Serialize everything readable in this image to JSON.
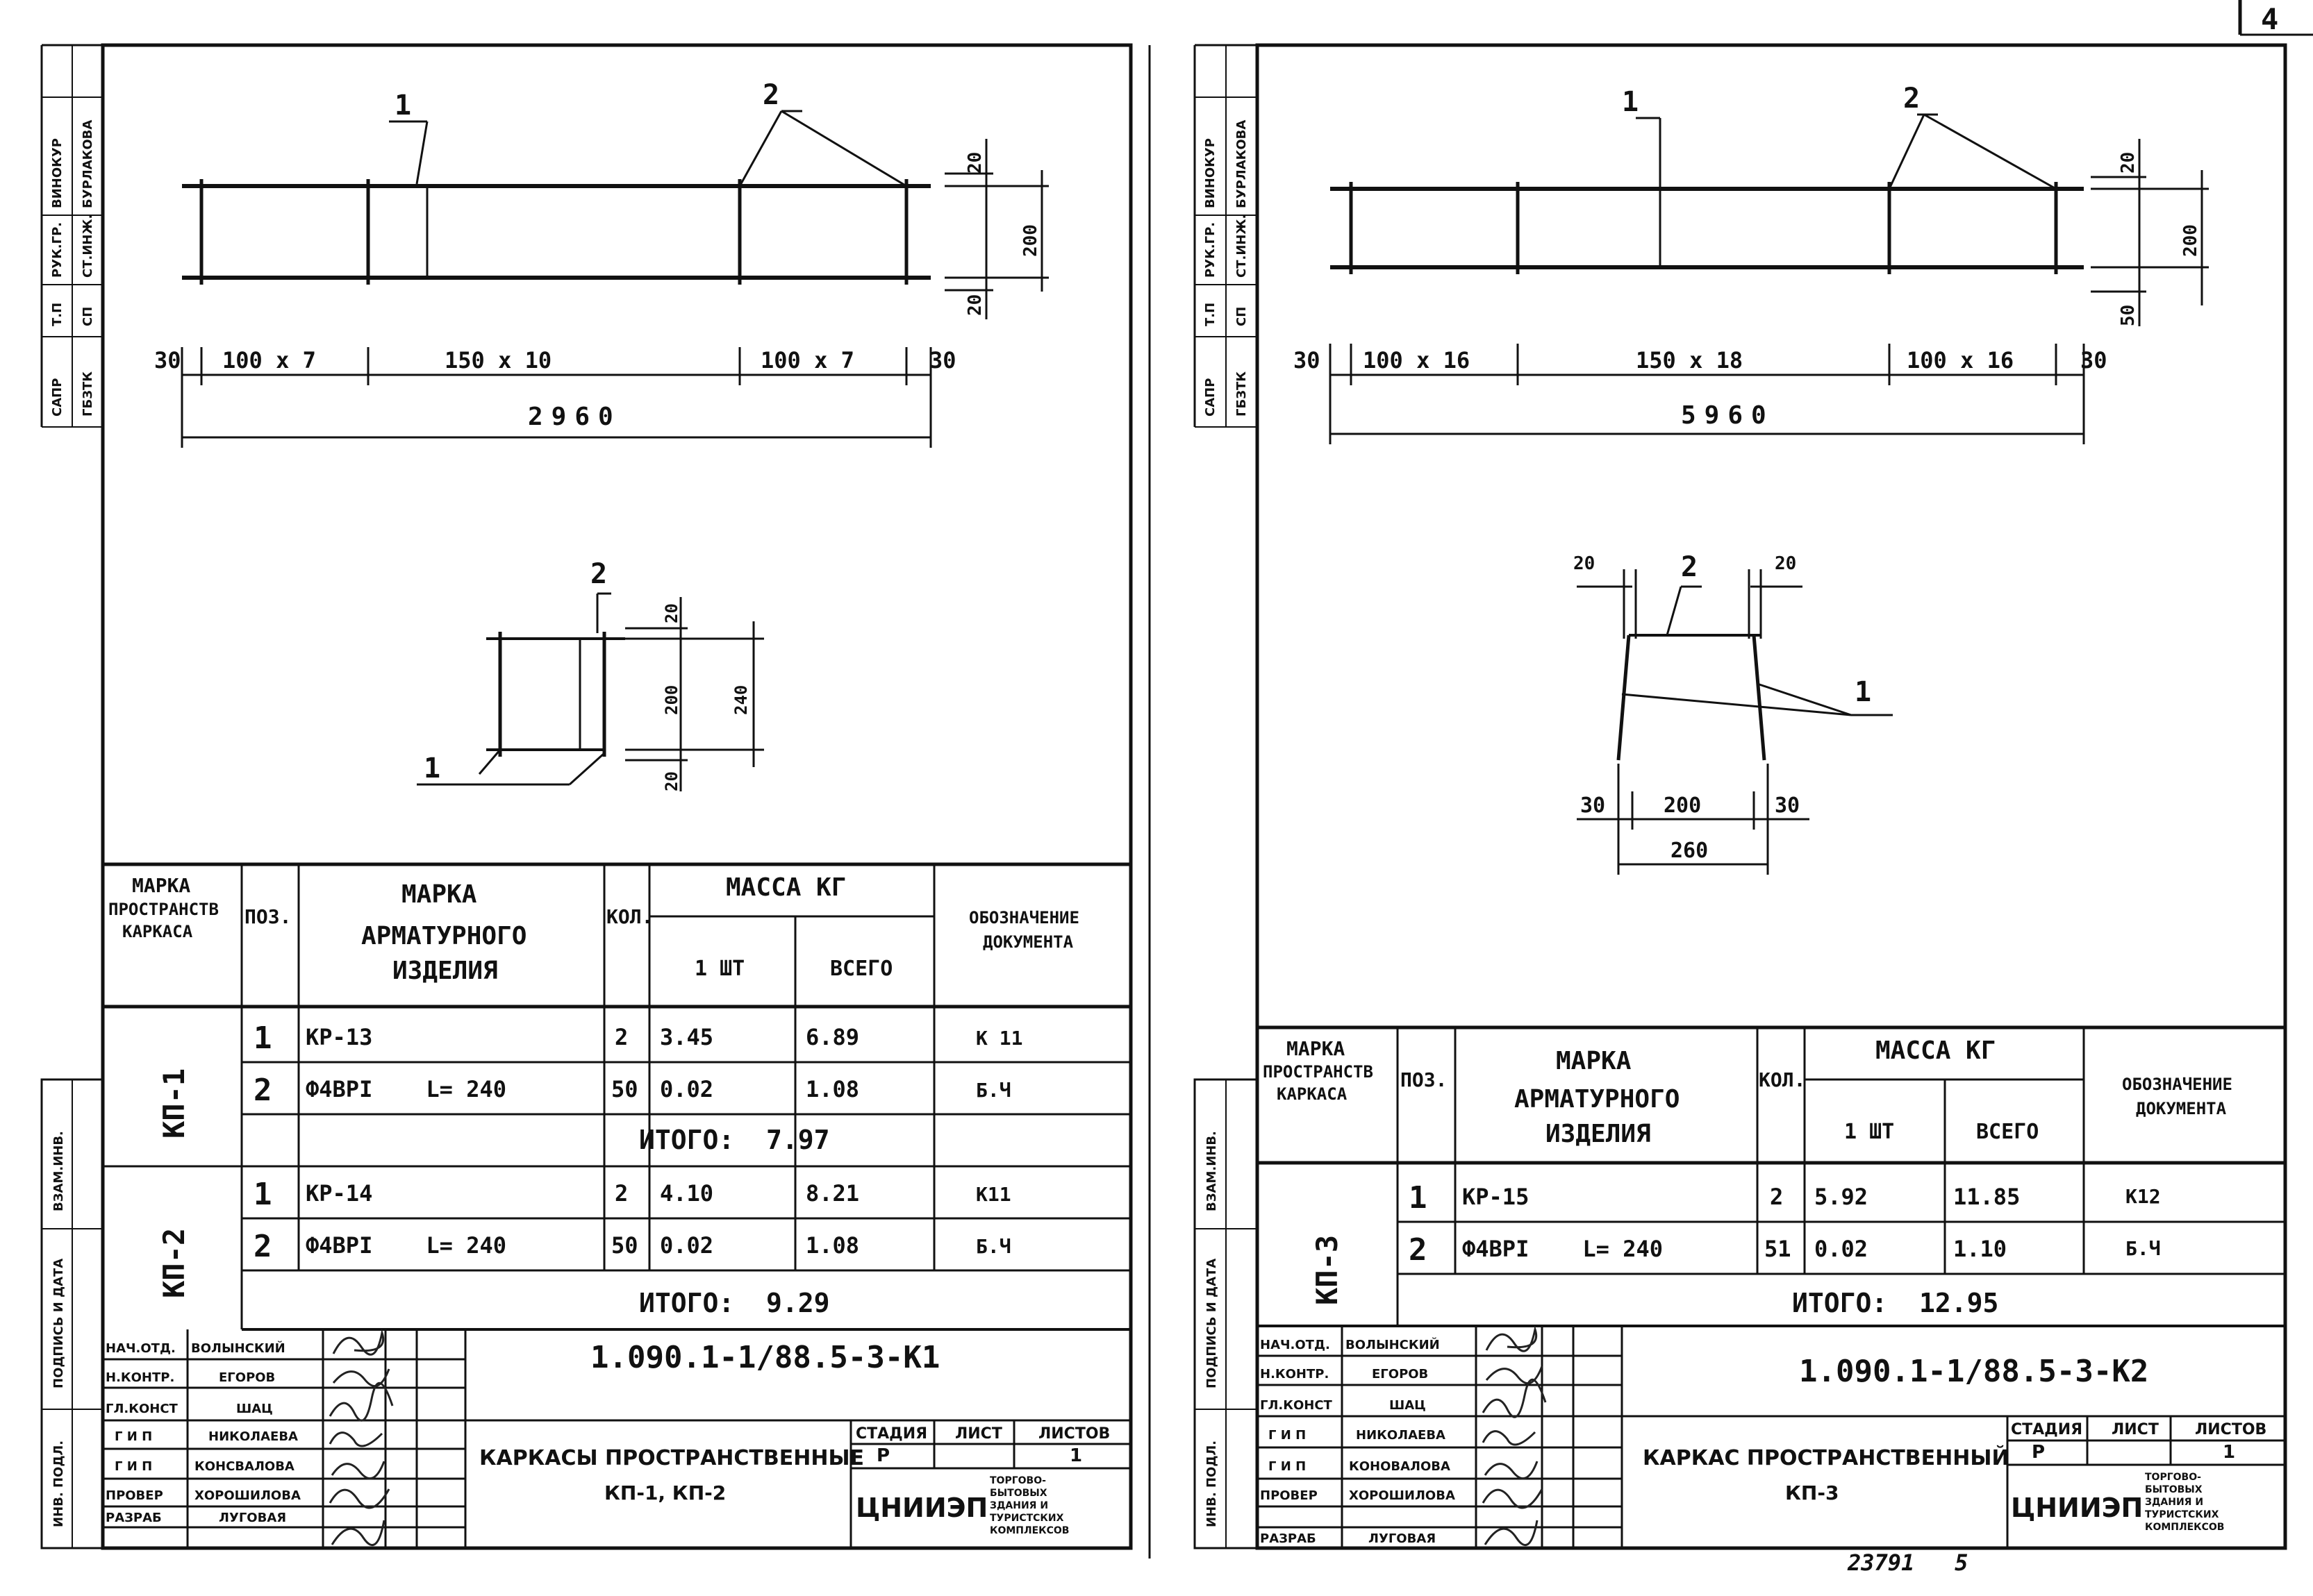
{
  "page_number": "4",
  "archive_number": "23791   5",
  "left_sheet": {
    "drawing": {
      "leaders": [
        "1",
        "2"
      ],
      "dims_top": [
        "30",
        "100 x 7",
        "150  x  10",
        "100 x 7",
        "30"
      ],
      "total": "2960",
      "vertical_dims": [
        "20",
        "200",
        "20"
      ],
      "section": {
        "leaders": [
          "2",
          "1"
        ],
        "dims": [
          "20",
          "200",
          "20",
          "240"
        ]
      }
    },
    "spec": {
      "headers": {
        "frame": [
          "МАРКА",
          "ПРОСТРАНСТВ",
          "КАРКАСА"
        ],
        "pos": "ПОЗ.",
        "item": [
          "МАРКА",
          "АРМАТУРНОГО",
          "ИЗДЕЛИЯ"
        ],
        "qty": "КОЛ.",
        "mass": "МАССА КГ",
        "mass_one": "1 ШТ",
        "mass_total": "ВСЕГО",
        "doc": [
          "ОБОЗНАЧЕНИЕ",
          "ДОКУМЕНТА"
        ]
      },
      "groups": [
        {
          "frame": "КП-1",
          "rows": [
            {
              "pos": "1",
              "item": "КР-13",
              "qty": "2",
              "one": "3.45",
              "total": "6.89",
              "doc": "К 11"
            },
            {
              "pos": "2",
              "item": "Ф4ВРI    L= 240",
              "qty": "50",
              "one": "0.02",
              "total": "1.08",
              "doc": "Б.Ч"
            }
          ],
          "subtotal": "ИТОГО:  7.97"
        },
        {
          "frame": "КП-2",
          "rows": [
            {
              "pos": "1",
              "item": "КР-14",
              "qty": "2",
              "one": "4.10",
              "total": "8.21",
              "doc": "К11"
            },
            {
              "pos": "2",
              "item": "Ф4ВРI    L= 240",
              "qty": "50",
              "one": "0.02",
              "total": "1.08",
              "doc": "Б.Ч"
            }
          ],
          "subtotal": "ИТОГО:  9.29"
        }
      ]
    },
    "title_block": {
      "code": "1.090.1-1/88.5-3-K1",
      "name": "КАРКАСЫ ПРОСТРАНСТВЕННЫЕ",
      "sub": "КП-1, КП-2",
      "stage_label": "СТАДИЯ",
      "sheet_label": "ЛИСТ",
      "sheets_label": "ЛИСТОВ",
      "stage": "Р",
      "sheet": "",
      "sheets": "1",
      "org": "ЦНИИЭП",
      "org_note": [
        "ТОРГОВО-",
        "БЫТОВЫХ",
        "ЗДАНИЯ И",
        "ТУРИСТСКИХ",
        "КОМПЛЕКСОВ"
      ],
      "roles": [
        {
          "role": "НАЧ.ОТД.",
          "name": "ВОЛЫНСКИЙ"
        },
        {
          "role": "Н.КОНТР.",
          "name": "ЕГОРОВ"
        },
        {
          "role": "ГЛ.КОНСТ",
          "name": "ШАЦ"
        },
        {
          "role": "Г И П",
          "name": "НИКОЛАЕВА"
        },
        {
          "role": "Г И П",
          "name": "КОНСВАЛОВА"
        },
        {
          "role": "ПРОВЕР",
          "name": "ХОРОШИЛОВА"
        },
        {
          "role": "РАЗРАБ",
          "name": "ЛУГОВАЯ"
        }
      ]
    },
    "side_stamp": {
      "col1": [
        "ВИНОКУР",
        "РУК.ГР.",
        "Т.П",
        "САПР"
      ],
      "col2": [
        "БУРЛАКОВА",
        "СТ.ИНЖ.",
        "СП",
        "ГБЗТК"
      ]
    },
    "margin_labels": [
      "ВЗАМ.ИНВ.",
      "ПОДПИСЬ И ДАТА",
      "ИНВ. ПОДЛ."
    ]
  },
  "right_sheet": {
    "drawing": {
      "leaders": [
        "1",
        "2"
      ],
      "dims_top": [
        "30",
        "100 x 16",
        "150  x  18",
        "100 x 16",
        "30"
      ],
      "total": "5960",
      "vertical_dims": [
        "20",
        "200",
        "50"
      ],
      "section": {
        "leaders": [
          "2",
          "1"
        ],
        "dims_top": [
          "20",
          "20"
        ],
        "dims_bottom": [
          "30",
          "200",
          "30"
        ],
        "total": "260"
      }
    },
    "spec": {
      "headers": {
        "frame": [
          "МАРКА",
          "ПРОСТРАНСТВ",
          "КАРКАСА"
        ],
        "pos": "ПОЗ.",
        "item": [
          "МАРКА",
          "АРМАТУРНОГО",
          "ИЗДЕЛИЯ"
        ],
        "qty": "КОЛ.",
        "mass": "МАССА КГ",
        "mass_one": "1 ШТ",
        "mass_total": "ВСЕГО",
        "doc": [
          "ОБОЗНАЧЕНИЕ",
          "ДОКУМЕНТА"
        ]
      },
      "groups": [
        {
          "frame": "КП-3",
          "rows": [
            {
              "pos": "1",
              "item": "КР-15",
              "qty": "2",
              "one": "5.92",
              "total": "11.85",
              "doc": "К12"
            },
            {
              "pos": "2",
              "item": "Ф4ВРI    L= 240",
              "qty": "51",
              "one": "0.02",
              "total": "1.10",
              "doc": "Б.Ч"
            }
          ],
          "subtotal": "ИТОГО:  12.95"
        }
      ]
    },
    "title_block": {
      "code": "1.090.1-1/88.5-3-K2",
      "name": "КАРКАС ПРОСТРАНСТВЕННЫЙ",
      "sub": "КП-3",
      "stage_label": "СТАДИЯ",
      "sheet_label": "ЛИСТ",
      "sheets_label": "ЛИСТОВ",
      "stage": "Р",
      "sheet": "",
      "sheets": "1",
      "org": "ЦНИИЭП",
      "org_note": [
        "ТОРГОВО-",
        "БЫТОВЫХ",
        "ЗДАНИЯ И",
        "ТУРИСТСКИХ",
        "КОМПЛЕКСОВ"
      ],
      "roles": [
        {
          "role": "НАЧ.ОТД.",
          "name": "ВОЛЫНСКИЙ"
        },
        {
          "role": "Н.КОНТР.",
          "name": "ЕГОРОВ"
        },
        {
          "role": "ГЛ.КОНСТ",
          "name": "ШАЦ"
        },
        {
          "role": "Г И П",
          "name": "НИКОЛАЕВА"
        },
        {
          "role": "Г И П",
          "name": "КОНОВАЛОВА"
        },
        {
          "role": "ПРОВЕР",
          "name": "ХОРОШИЛОВА"
        },
        {
          "role": "РАЗРАБ",
          "name": "ЛУГОВАЯ"
        }
      ]
    },
    "side_stamp": {
      "col1": [
        "ВИНОКУР",
        "РУК.ГР.",
        "Т.П",
        "САПР"
      ],
      "col2": [
        "БУРЛАКОВА",
        "СТ.ИНЖ.",
        "СП",
        "ГБЗТК"
      ]
    },
    "margin_labels": [
      "ВЗАМ.ИНВ.",
      "ПОДПИСЬ И ДАТА",
      "ИНВ. ПОДЛ."
    ]
  }
}
